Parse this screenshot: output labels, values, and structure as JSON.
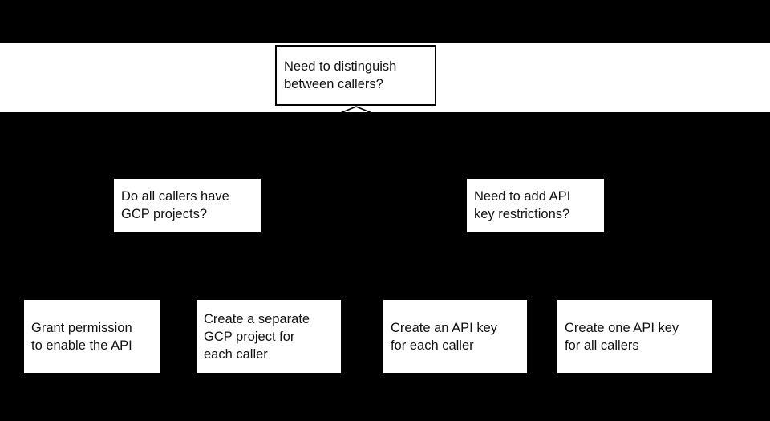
{
  "colors": {
    "background": "#000000",
    "band": "#ffffff",
    "node_fill": "#ffffff",
    "node_border": "#000000",
    "text": "#111111"
  },
  "flowchart": {
    "root": {
      "label": "Need to distinguish\nbetween callers?"
    },
    "branch_left": {
      "label": "Do all callers have\nGCP projects?"
    },
    "branch_right": {
      "label": "Need to add API\nkey restrictions?"
    },
    "outcomes": [
      {
        "label": "Grant permission\nto enable the API"
      },
      {
        "label": "Create a separate\nGCP project for\neach caller"
      },
      {
        "label": "Create an API key\nfor each caller"
      },
      {
        "label": "Create one API key\nfor all callers"
      }
    ]
  }
}
